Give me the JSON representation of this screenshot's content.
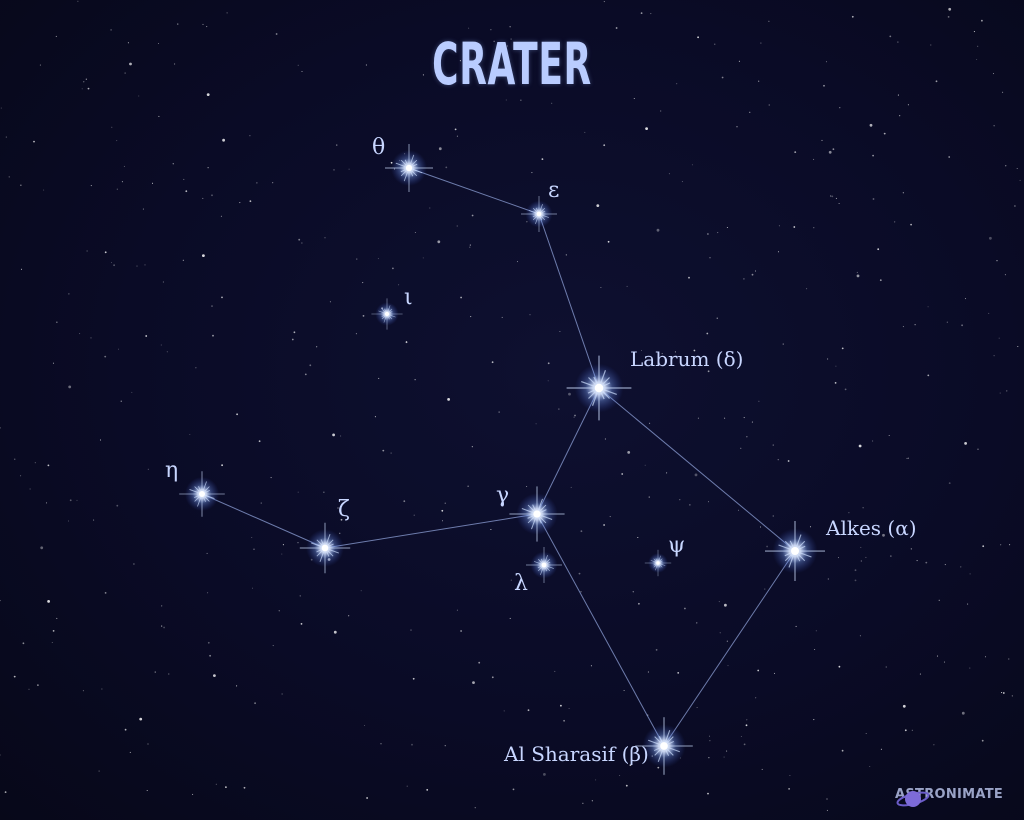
{
  "title": "CRATER",
  "brand": {
    "name": "ASTRONIMATE",
    "logo_icon": "planet-icon",
    "color": "#7d6bd8"
  },
  "colors": {
    "background": "#0a0b24",
    "line": "#8fa2d8",
    "label": "#c8d6ff",
    "title": "#b9ccff"
  },
  "stars": [
    {
      "id": "theta",
      "label": "θ"
    },
    {
      "id": "epsilon",
      "label": "ε"
    },
    {
      "id": "iota",
      "label": "ι"
    },
    {
      "id": "delta",
      "label": "Labrum (δ)"
    },
    {
      "id": "gamma",
      "label": "γ"
    },
    {
      "id": "zeta",
      "label": "ζ"
    },
    {
      "id": "eta",
      "label": "η"
    },
    {
      "id": "lambda",
      "label": "λ"
    },
    {
      "id": "psi",
      "label": "ψ"
    },
    {
      "id": "alpha",
      "label": "Alkes (α)"
    },
    {
      "id": "beta",
      "label": "Al Sharasif (β)"
    }
  ],
  "connections": [
    [
      "theta",
      "epsilon"
    ],
    [
      "epsilon",
      "delta"
    ],
    [
      "delta",
      "gamma"
    ],
    [
      "delta",
      "alpha"
    ],
    [
      "gamma",
      "zeta"
    ],
    [
      "zeta",
      "eta"
    ],
    [
      "gamma",
      "beta"
    ],
    [
      "beta",
      "alpha"
    ]
  ]
}
